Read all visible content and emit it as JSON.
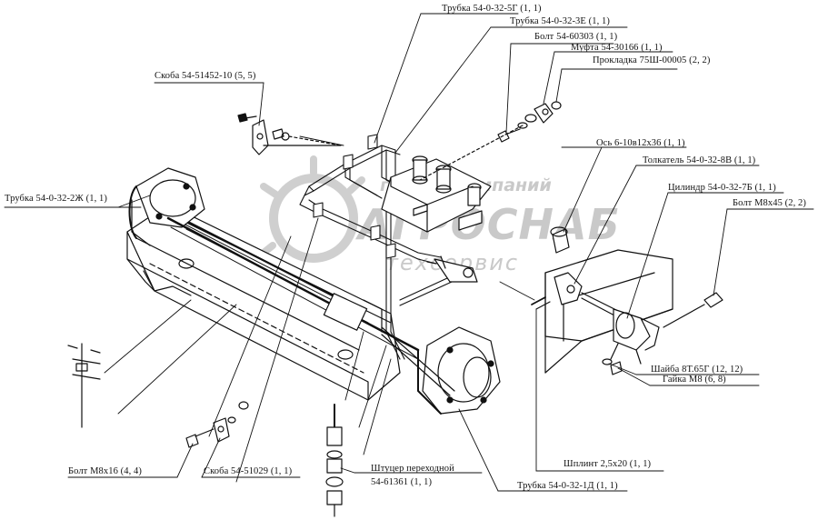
{
  "watermark": {
    "line1": "группа компаний",
    "brand": "АГРОСНАБ",
    "line2": "техсервис"
  },
  "labels": {
    "tube_5g": "Трубка 54-0-32-5Г (1, 1)",
    "tube_3e": "Трубка 54-0-32-3Е (1, 1)",
    "bolt_60303": "Болт 54-60303 (1, 1)",
    "coupling": "Муфта 54-30166 (1, 1)",
    "gasket": "Прокладка 75Ш-00005 (2, 2)",
    "bracket_51452": "Скоба 54-51452-10 (5, 5)",
    "axle": "Ось 6-10в12х36 (1, 1)",
    "pusher": "Толкатель 54-0-32-8В (1, 1)",
    "cylinder": "Цилиндр 54-0-32-7Б (1, 1)",
    "bolt_m8x45": "Болт М8х45 (2, 2)",
    "tube_2zh": "Трубка 54-0-32-2Ж (1, 1)",
    "washer": "Шайба 8Т.65Г (12, 12)",
    "nut": "Гайка М8 (6, 8)",
    "cotter": "Шплинт 2,5х20 (1, 1)",
    "bolt_m8x16": "Болт М8х16 (4, 4)",
    "bracket_51029": "Скоба 54-51029 (1, 1)",
    "fitting_1": "Штуцер переходной",
    "fitting_2": "54-61361 (1, 1)",
    "tube_1d": "Трубка 54-0-32-1Д (1, 1)"
  }
}
